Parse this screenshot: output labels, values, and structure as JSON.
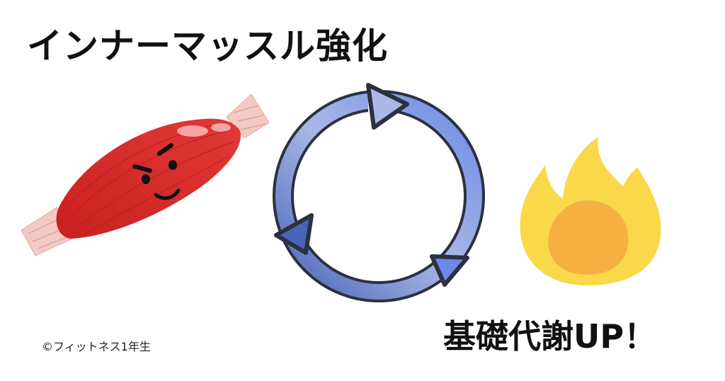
{
  "headline": "インナーマッスル強化",
  "result": "基礎代謝UP！",
  "credit": "©フィットネス1年生",
  "icons": {
    "muscle": "muscle-character-icon",
    "cycle": "cycle-arrows-icon",
    "flame": "flame-icon"
  },
  "colors": {
    "muscle": "#d82a2a",
    "tendon": "#f3c9c4",
    "cycle_light": "#a9b8e6",
    "cycle_mid": "#6c8ae6",
    "cycle_dark": "#4a64b8",
    "flame_outer": "#f9d84a",
    "flame_inner": "#f5b042"
  }
}
